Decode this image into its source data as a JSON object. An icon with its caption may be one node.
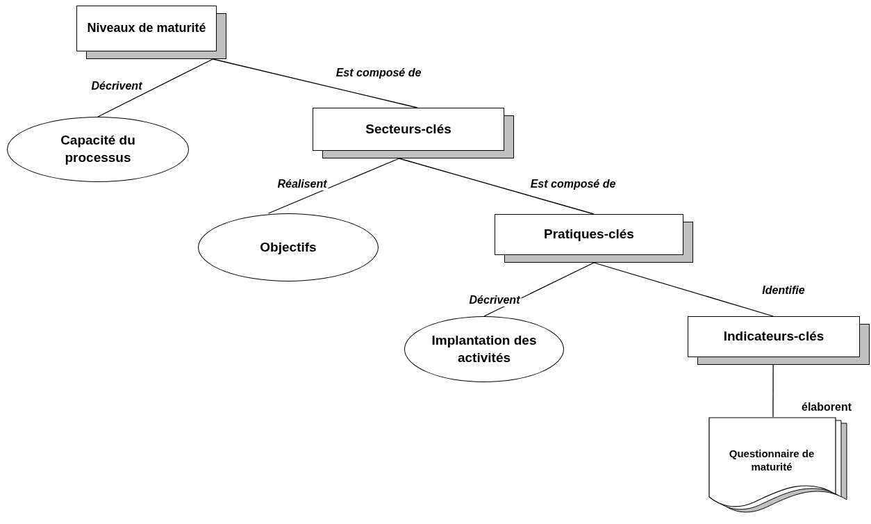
{
  "diagram": {
    "nodes": [
      {
        "text": [
          "Niveaux de maturité"
        ]
      },
      {
        "text": [
          "Capacité du processus"
        ]
      },
      {
        "text": [
          "Secteurs-clés"
        ]
      },
      {
        "text": [
          "Objectifs"
        ]
      },
      {
        "text": [
          "Pratiques-clés"
        ]
      },
      {
        "text": [
          "Implantation des activités"
        ]
      },
      {
        "text": [
          "Indicateurs-clés"
        ]
      },
      {
        "text": [
          "Questionnaire de maturité"
        ]
      }
    ],
    "edges": [
      {
        "from": 0,
        "to": 1,
        "arrow": "none",
        "label": "Décrivent"
      },
      {
        "from": 0,
        "to": 2,
        "arrow": "none",
        "label": "Est composé de"
      },
      {
        "from": 2,
        "to": 3,
        "arrow": "none",
        "label": "Réalisent"
      },
      {
        "from": 2,
        "to": 4,
        "arrow": "none",
        "label": "Est composé de"
      },
      {
        "from": 4,
        "to": 5,
        "arrow": "none",
        "label": "Décrivent"
      },
      {
        "from": 4,
        "to": 6,
        "arrow": "none",
        "label": "Identifie"
      },
      {
        "from": 6,
        "to": 7,
        "arrow": "none",
        "label": "élaborent"
      }
    ]
  }
}
